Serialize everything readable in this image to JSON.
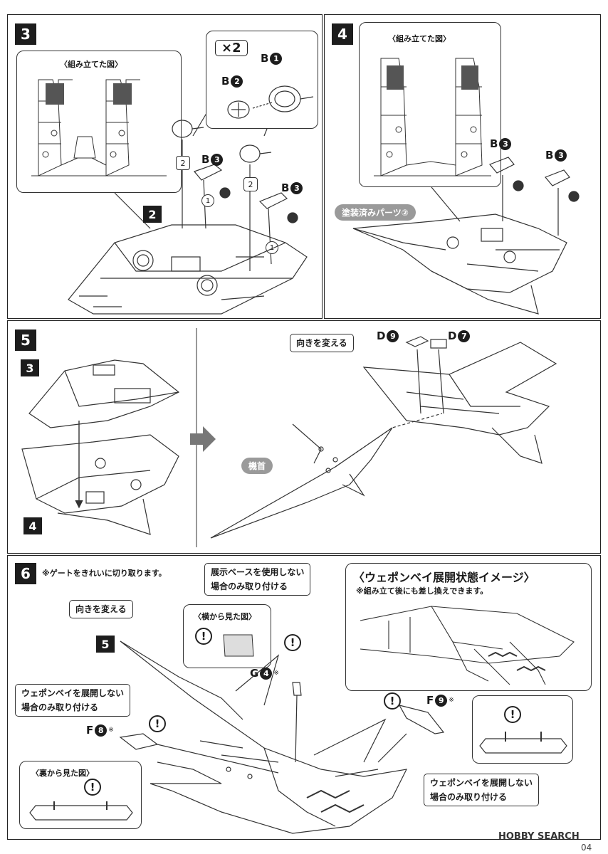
{
  "steps": {
    "s3": {
      "number": "3",
      "assembled_title": "〈組み立てた図〉",
      "multiplier": "×2",
      "sub_step": "2",
      "parts": {
        "b1_letter": "B",
        "b1_num": "1",
        "b2_letter": "B",
        "b2_num": "2",
        "b3a_letter": "B",
        "b3a_num": "3",
        "b3b_letter": "B",
        "b3b_num": "3"
      },
      "order_2": "2",
      "order_1": "1"
    },
    "s4": {
      "number": "4",
      "assembled_title": "〈組み立てた図〉",
      "painted_tag": "塗装済みパーツ②",
      "parts": {
        "b3a_letter": "B",
        "b3a_num": "3",
        "b3b_letter": "B",
        "b3b_num": "3"
      }
    },
    "s5": {
      "number": "5",
      "sub_top": "3",
      "sub_bottom": "4",
      "turn_label": "向きを変える",
      "nose_tag": "機首",
      "parts": {
        "d9_letter": "D",
        "d9_num": "9",
        "d7_letter": "D",
        "d7_num": "7"
      }
    },
    "s6": {
      "number": "6",
      "gate_note": "※ゲートをきれいに切り取ります。",
      "turn_label": "向きを変える",
      "sub_step": "5",
      "base_note_line1": "展示ベースを使用しない",
      "base_note_line2": "場合のみ取り付ける",
      "side_view_title": "〈横から見た図〉",
      "g4_letter": "G",
      "g4_num": "4",
      "g4_mark": "※",
      "weapon_note_left_line1": "ウェポンベイを展開しない",
      "weapon_note_left_line2": "場合のみ取り付ける",
      "f8_letter": "F",
      "f8_num": "8",
      "f8_mark": "※",
      "back_view_title": "〈裏から見た図〉",
      "image_title": "〈ウェポンベイ展開状態イメージ〉",
      "image_note": "※組み立て後にも差し換えできます。",
      "f9_letter": "F",
      "f9_num": "9",
      "f9_mark": "※",
      "weapon_note_right_line1": "ウェポンベイを展開しない",
      "weapon_note_right_line2": "場合のみ取り付ける",
      "warn_symbol": "!"
    }
  },
  "watermark": "HOBBY SEARCH",
  "page_number": "04"
}
